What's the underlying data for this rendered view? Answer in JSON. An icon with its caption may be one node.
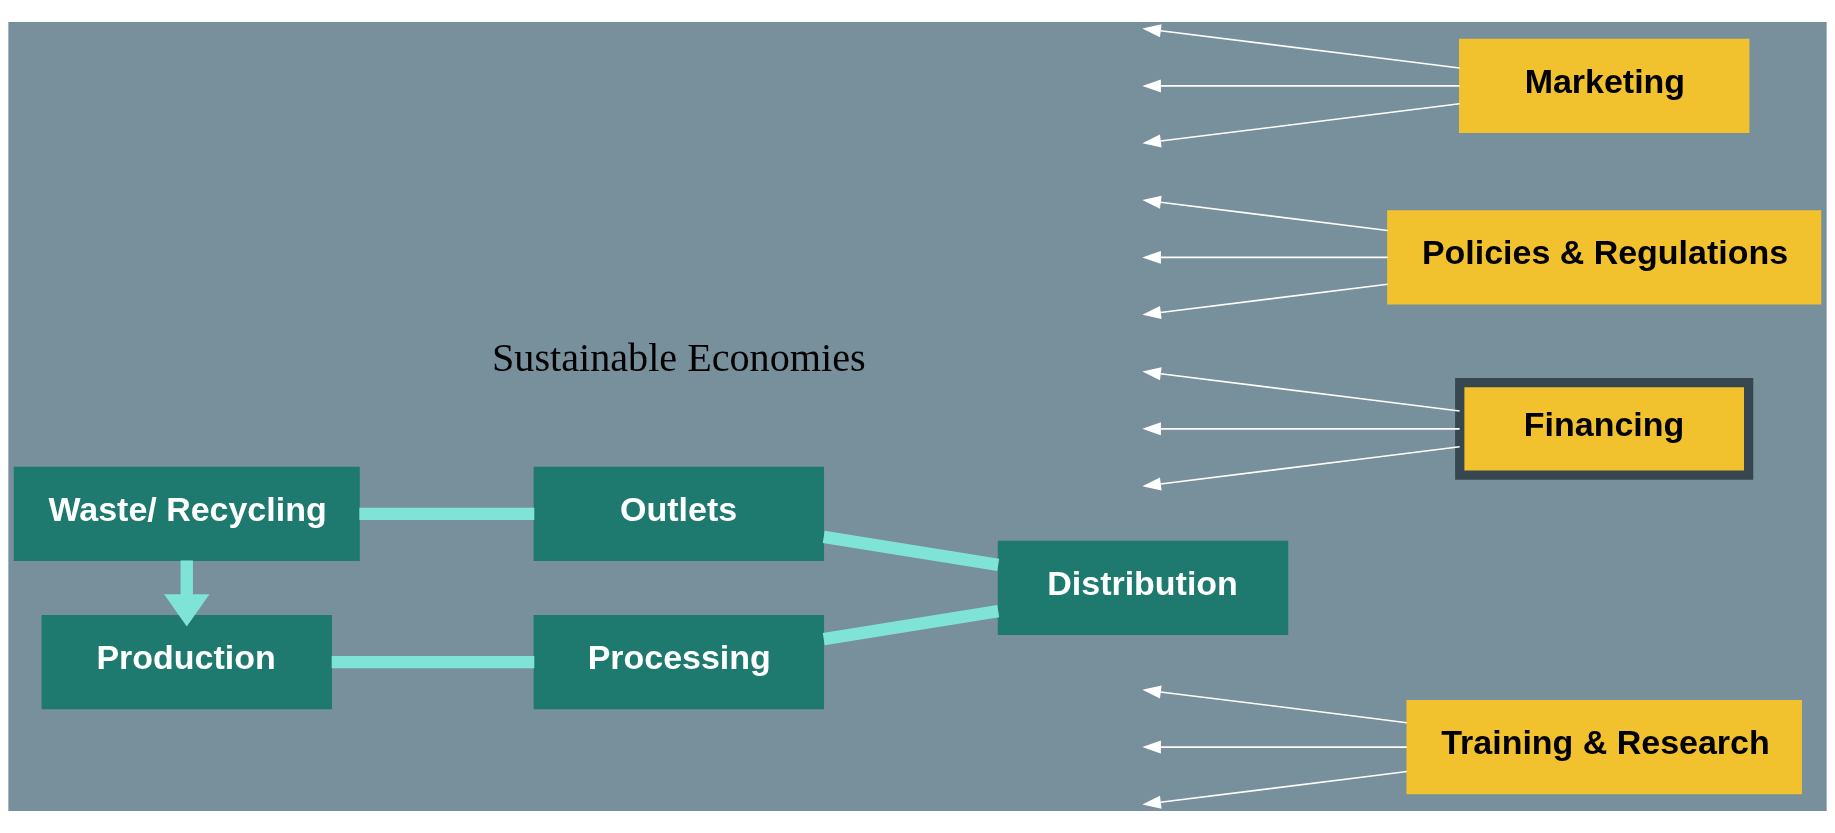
{
  "diagram": {
    "nodes": [
      {
        "text": [
          "Production"
        ]
      },
      {
        "text": [
          "Processing"
        ]
      },
      {
        "text": [
          "Distribution"
        ]
      },
      {
        "text": [
          "Outlets"
        ]
      },
      {
        "text": [
          "Waste/ Recycling"
        ]
      },
      {
        "text": [
          "Training & Research"
        ]
      },
      {
        "text": [
          "Financing"
        ]
      },
      {
        "text": [
          "Policies & Regulations"
        ]
      },
      {
        "text": [
          "Marketing"
        ]
      }
    ],
    "edges": [
      {
        "from": 0,
        "to": 1,
        "arrow": "none",
        "style": "thick",
        "color": "#80e3d8"
      },
      {
        "from": 1,
        "to": 2,
        "arrow": "none",
        "style": "thick",
        "color": "#80e3d8"
      },
      {
        "from": 2,
        "to": 3,
        "arrow": "none",
        "style": "thick",
        "color": "#80e3d8"
      },
      {
        "from": 3,
        "to": 4,
        "arrow": "none",
        "style": "thick",
        "color": "#80e3d8"
      },
      {
        "from": 4,
        "to": 0,
        "arrow": "to",
        "style": "thick",
        "color": "#80e3d8"
      },
      {
        "from": 5,
        "to": null,
        "arrow": "to",
        "color": "#ffffff"
      },
      {
        "from": 5,
        "to": null,
        "arrow": "to",
        "color": "#ffffff"
      },
      {
        "from": 5,
        "to": null,
        "arrow": "to",
        "color": "#ffffff"
      },
      {
        "from": 6,
        "to": null,
        "arrow": "to",
        "color": "#ffffff"
      },
      {
        "from": 6,
        "to": null,
        "arrow": "to",
        "color": "#ffffff"
      },
      {
        "from": 6,
        "to": null,
        "arrow": "to",
        "color": "#ffffff"
      },
      {
        "from": 7,
        "to": null,
        "arrow": "to",
        "color": "#ffffff"
      },
      {
        "from": 7,
        "to": null,
        "arrow": "to",
        "color": "#ffffff"
      },
      {
        "from": 7,
        "to": null,
        "arrow": "to",
        "color": "#ffffff"
      },
      {
        "from": 8,
        "to": null,
        "arrow": "to",
        "color": "#ffffff"
      },
      {
        "from": 8,
        "to": null,
        "arrow": "to",
        "color": "#ffffff"
      },
      {
        "from": 8,
        "to": null,
        "arrow": "to",
        "color": "#ffffff"
      }
    ],
    "labels": [
      "Sustainable Economies"
    ]
  }
}
